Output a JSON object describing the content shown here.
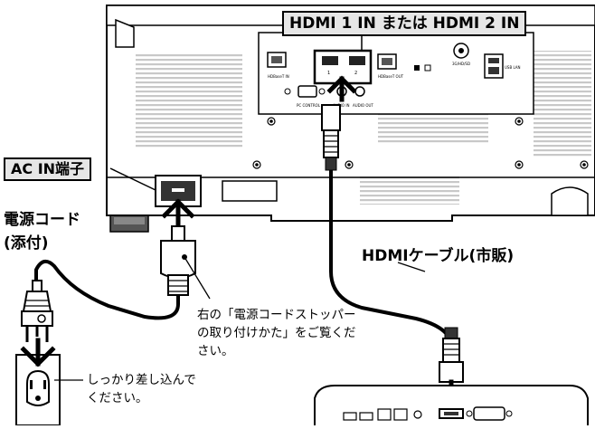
{
  "labels": {
    "hdmi_in": "HDMI 1 IN または HDMI 2 IN",
    "ac_in": "AC IN端子",
    "power_cord": "電源コード",
    "power_cord_note": "(添付)",
    "hdmi_cable": "HDMIケーブル(市販)",
    "stopper_note_1": "右の「電源コードストッパー",
    "stopper_note_2": "の取り付けかた」をご覧くだ",
    "stopper_note_3": "さい。",
    "insert_note_1": "しっかり差し込んで",
    "insert_note_2": "ください。"
  },
  "panel_text": {
    "hdbaset_in": "HDBaseT IN",
    "hdbaset_out": "HDBaseT OUT",
    "pc_control": "PC CONTROL",
    "audio_in": "AUDIO IN",
    "audio_out": "AUDIO OUT",
    "usb_lan": "USB LAN",
    "sdi": "3G/HD/SD",
    "hdmi_1": "1",
    "hdmi_2": "2"
  },
  "colors": {
    "line": "#000000",
    "box_fill": "#e6e6e6",
    "device_fill": "#ffffff",
    "vent": "#cfcfcf"
  }
}
